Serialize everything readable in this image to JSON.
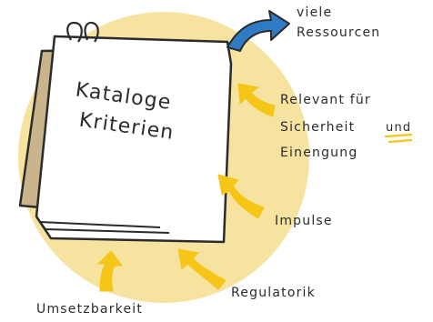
{
  "notebook": {
    "line1": "Kataloge",
    "line2": "Kriterien"
  },
  "labels": {
    "viele": "viele",
    "ressourcen": "Ressourcen",
    "relevant": "Relevant für",
    "sicherheit": "Sicherheit",
    "und": "und",
    "einengung": "Einengung",
    "impulse": "Impulse",
    "regulatorik": "Regulatorik",
    "umsetzbarkeit": "Umsetzbarkeit"
  },
  "colors": {
    "circle": "#f7e3a0",
    "arrow_yellow": "#f5c518",
    "arrow_blue": "#2f7bc6",
    "ink": "#2b2b2b",
    "notebook_back": "#c9b48c"
  }
}
